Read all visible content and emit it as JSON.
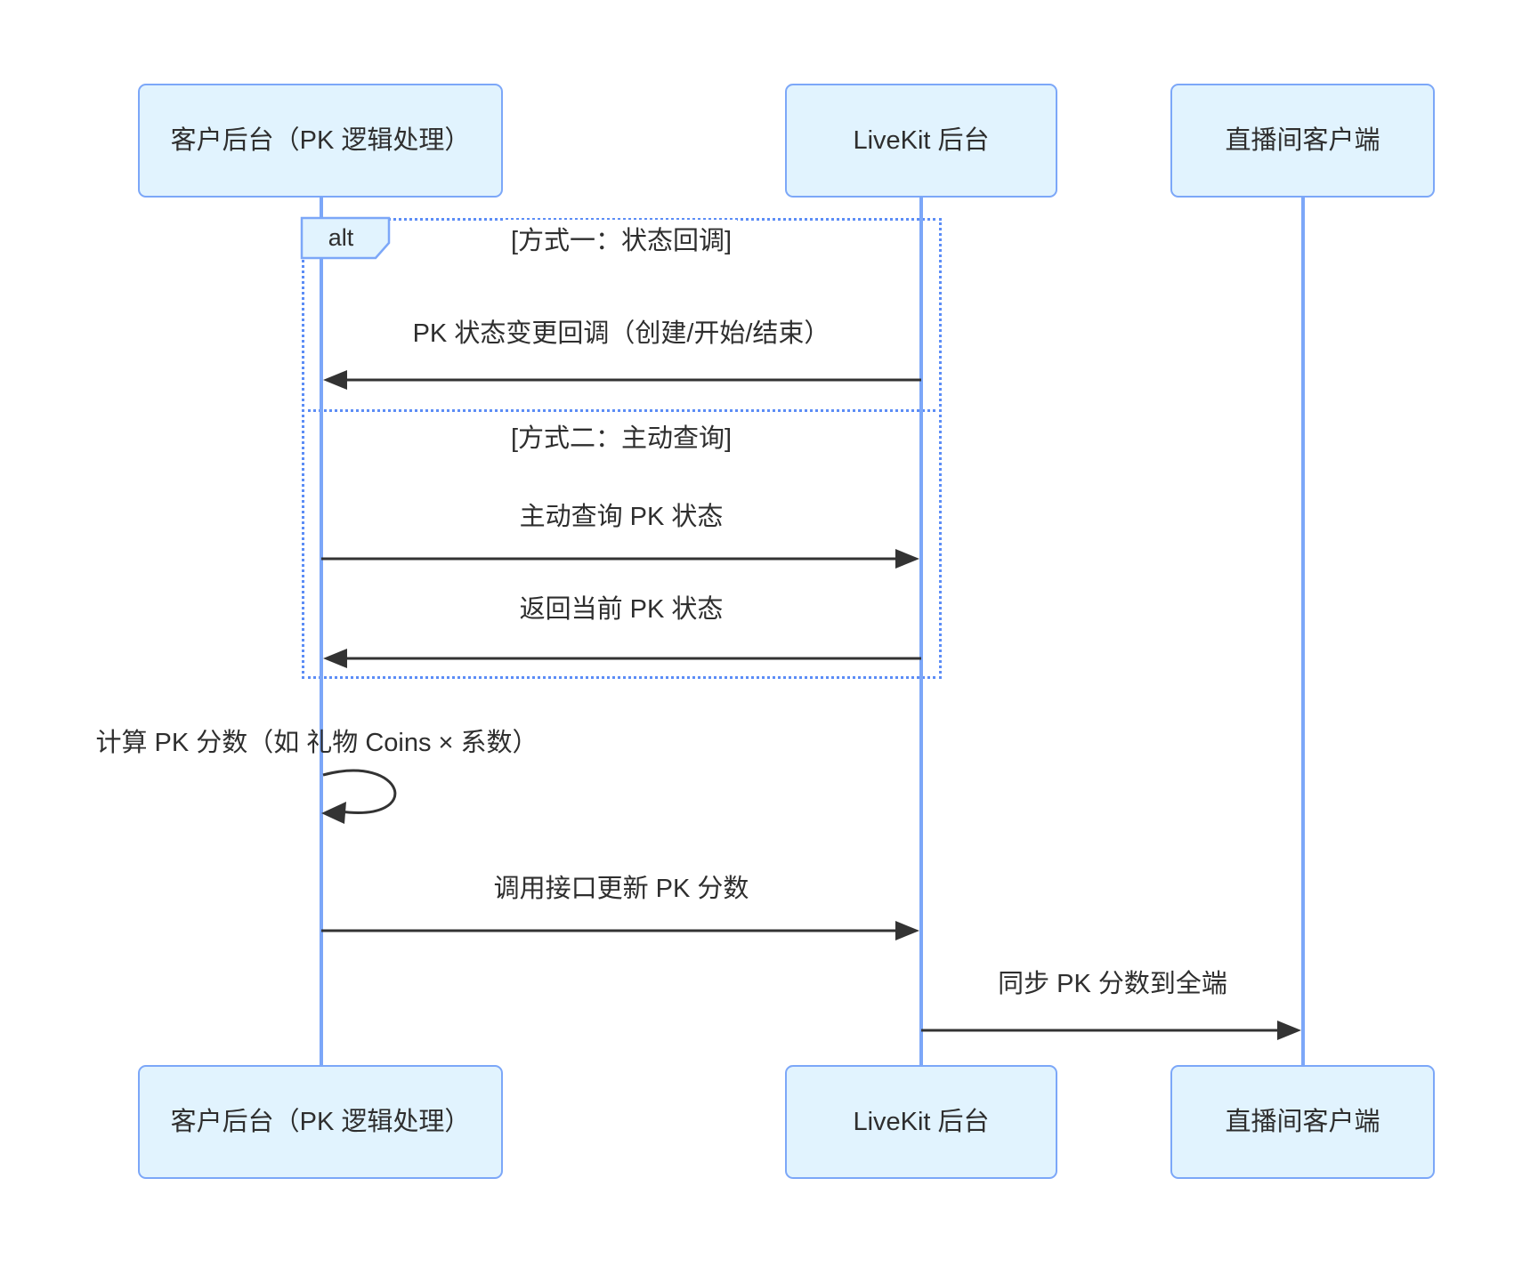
{
  "diagram": {
    "type": "sequence",
    "actors": [
      {
        "id": "customer-backend",
        "label": "客户后台（PK 逻辑处理）"
      },
      {
        "id": "livekit-backend",
        "label": "LiveKit 后台"
      },
      {
        "id": "live-room-client",
        "label": "直播间客户端"
      }
    ],
    "alt_frame": {
      "operator": "alt",
      "sections": [
        {
          "title": "[方式一：状态回调]"
        },
        {
          "title": "[方式二：主动查询]"
        }
      ]
    },
    "messages": [
      {
        "text": "PK 状态变更回调（创建/开始/结束）",
        "from": "livekit-backend",
        "to": "customer-backend"
      },
      {
        "text": "主动查询 PK 状态",
        "from": "customer-backend",
        "to": "livekit-backend"
      },
      {
        "text": "返回当前 PK 状态",
        "from": "livekit-backend",
        "to": "customer-backend"
      },
      {
        "text": "计算 PK 分数（如 礼物 Coins × 系数）",
        "from": "customer-backend",
        "to": "customer-backend",
        "self": true
      },
      {
        "text": "调用接口更新 PK 分数",
        "from": "customer-backend",
        "to": "livekit-backend"
      },
      {
        "text": "同步 PK 分数到全端",
        "from": "livekit-backend",
        "to": "live-room-client"
      }
    ],
    "colors": {
      "actor_fill": "#e1f3fe",
      "actor_border": "#7ca7f8",
      "lifeline": "#7ca7f8",
      "frame_border": "#5c8df6",
      "arrow": "#333333",
      "text": "#2e2e2e",
      "bg": "#ffffff"
    }
  }
}
